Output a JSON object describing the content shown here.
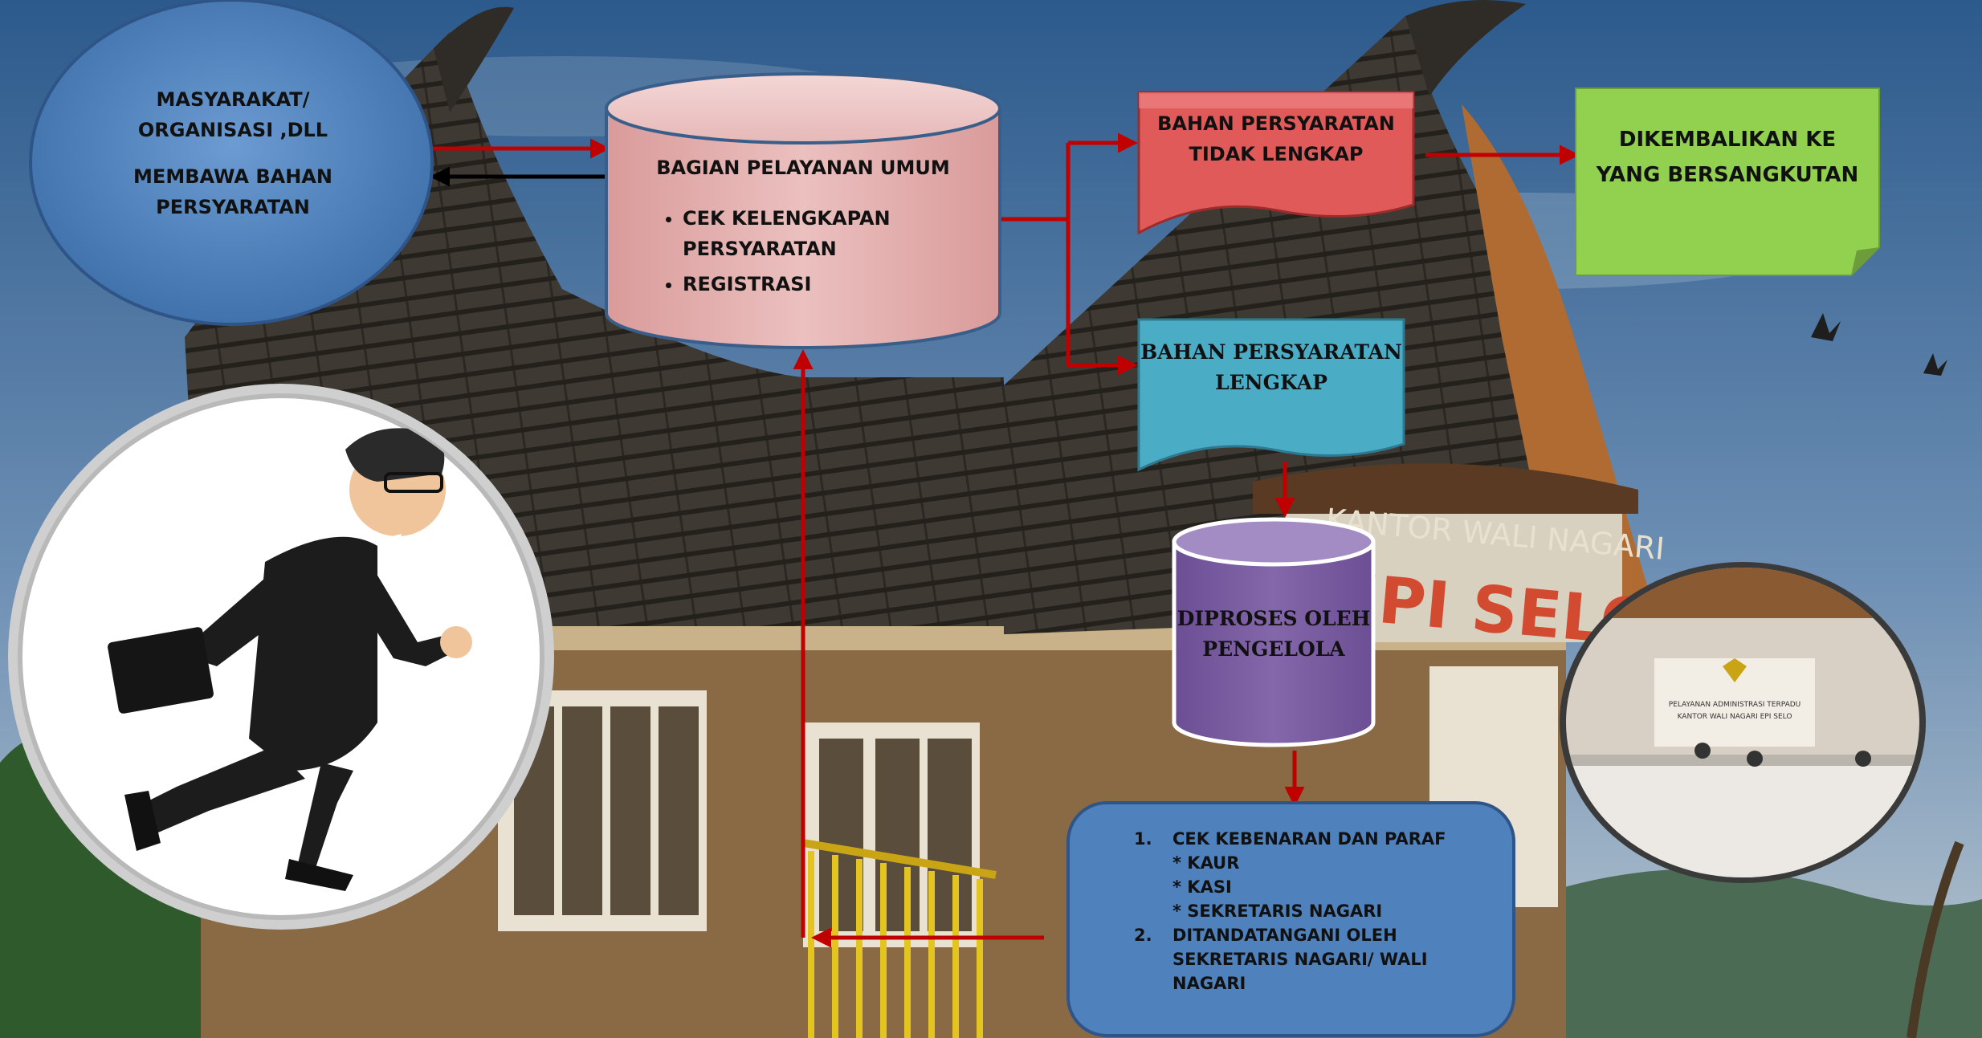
{
  "diagram": {
    "start_node": {
      "line1": "MASYARAKAT/",
      "line2": "ORGANISASI ,DLL",
      "line3": "MEMBAWA BAHAN",
      "line4": "PERSYARATAN"
    },
    "service_node": {
      "title": "BAGIAN PELAYANAN UMUM",
      "items": [
        "CEK KELENGKAPAN PERSYARATAN",
        "REGISTRASI"
      ]
    },
    "incomplete_node": {
      "line1": "BAHAN PERSYARATAN",
      "line2": "TIDAK LENGKAP"
    },
    "returned_node": {
      "line1": "DIKEMBALIKAN KE",
      "line2": "YANG BERSANGKUTAN"
    },
    "complete_node": {
      "line1": "BAHAN PERSYARATAN",
      "line2": "LENGKAP"
    },
    "processed_node": {
      "line1": "DIPROSES OLEH",
      "line2": "PENGELOLA"
    },
    "final_node": {
      "step1_num": "1.",
      "step1_text": "CEK KEBENARAN DAN PARAF",
      "step1_subs": [
        "* KAUR",
        "* KASI",
        "* SEKRETARIS NAGARI"
      ],
      "step2_num": "2.",
      "step2_line1": "DITANDATANGANI OLEH",
      "step2_line2": "SEKRETARIS NAGARI/ WALI",
      "step2_line3": "NAGARI"
    }
  },
  "background_sign": {
    "line1": "KANTOR WALI NAGARI",
    "line2": "EPI SELO"
  },
  "photo_sign": {
    "line1": "PELAYANAN ADMINISTRASI TERPADU",
    "line2": "KANTOR WALI NAGARI EPI SELO"
  },
  "colors": {
    "arrow": "#c00000",
    "start": "#4f81bd",
    "service": "#e6b9b8",
    "incomplete": "#e05a5a",
    "returned": "#92d050",
    "complete": "#4bacc6",
    "processed": "#8064a2",
    "final": "#4f81bd"
  }
}
